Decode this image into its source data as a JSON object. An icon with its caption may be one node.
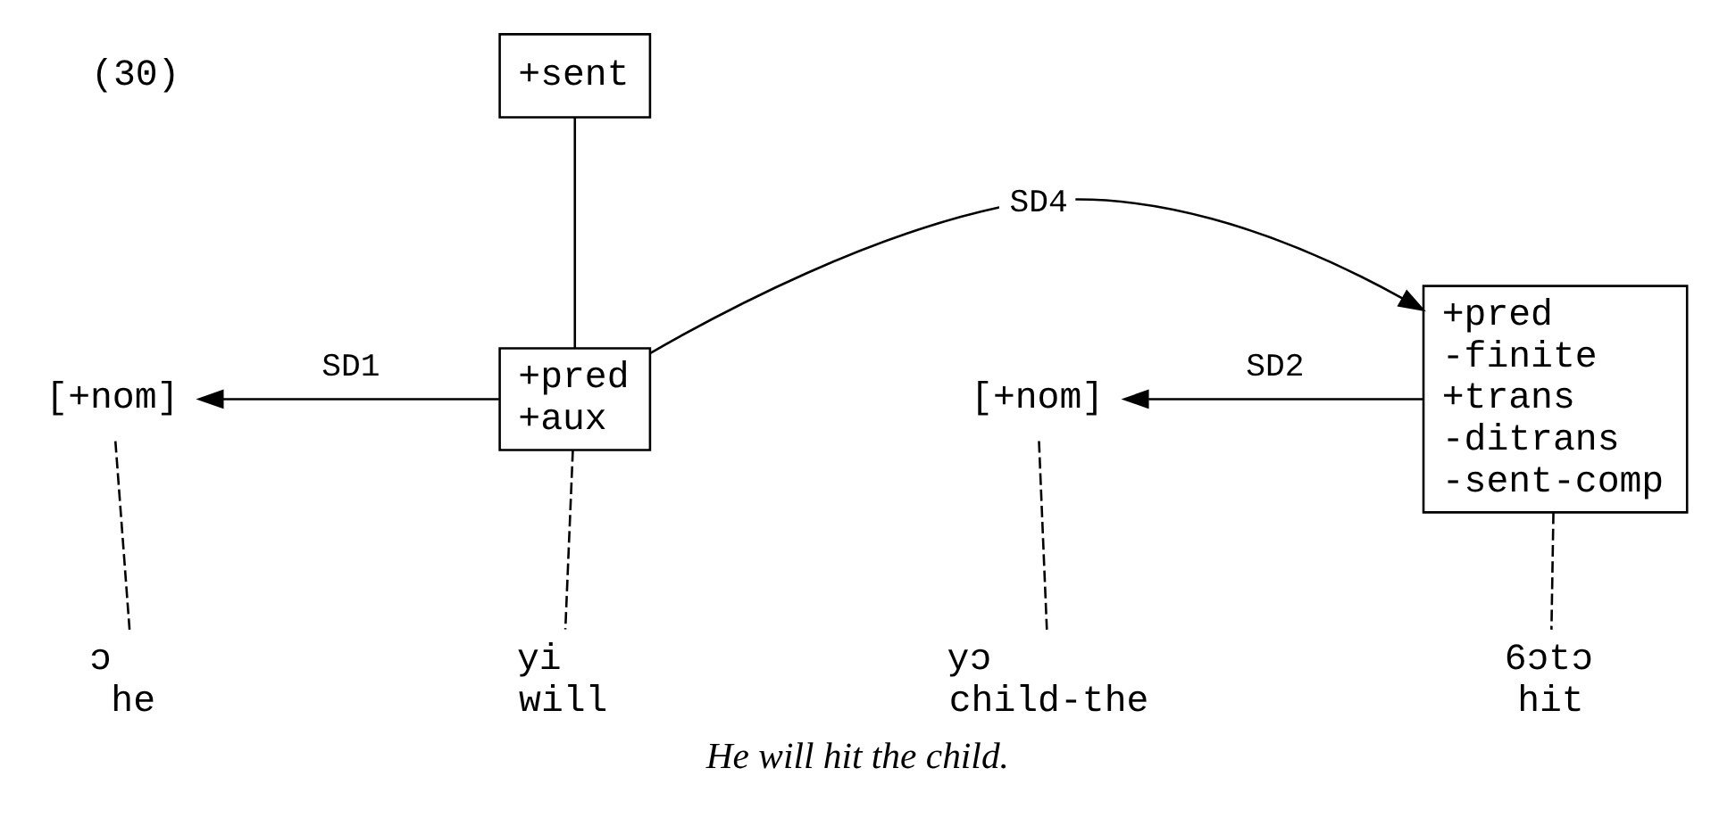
{
  "diagram": {
    "caption": "He will hit the child.",
    "nodes": [
      {
        "text": [
          "+sent"
        ]
      },
      {
        "text": [
          "[+nom]"
        ]
      },
      {
        "text": [
          "+pred",
          "+aux"
        ]
      },
      {
        "text": [
          "[+nom]"
        ]
      },
      {
        "text": [
          "+pred",
          "-finite",
          "+trans",
          "-ditrans",
          "-sent-comp"
        ]
      },
      {
        "text": [
          "ɔ",
          "he"
        ]
      },
      {
        "text": [
          "yi",
          "will"
        ]
      },
      {
        "text": [
          "yɔ",
          "child-the"
        ]
      },
      {
        "text": [
          "6ɔtɔ",
          "hit"
        ]
      }
    ],
    "edges": [
      {
        "from": 0,
        "to": 2,
        "arrow": "none"
      },
      {
        "from": 2,
        "to": 1,
        "arrow": "to",
        "label": "SD1"
      },
      {
        "from": 2,
        "to": 4,
        "arrow": "to",
        "label": "SD4"
      },
      {
        "from": 4,
        "to": 3,
        "arrow": "to",
        "label": "SD2"
      },
      {
        "from": 1,
        "to": 5,
        "arrow": "none",
        "style": "dashed"
      },
      {
        "from": 2,
        "to": 6,
        "arrow": "none",
        "style": "dashed"
      },
      {
        "from": 3,
        "to": 7,
        "arrow": "none",
        "style": "dashed"
      },
      {
        "from": 4,
        "to": 8,
        "arrow": "none",
        "style": "dashed"
      }
    ],
    "labels": [
      "(30)"
    ]
  }
}
